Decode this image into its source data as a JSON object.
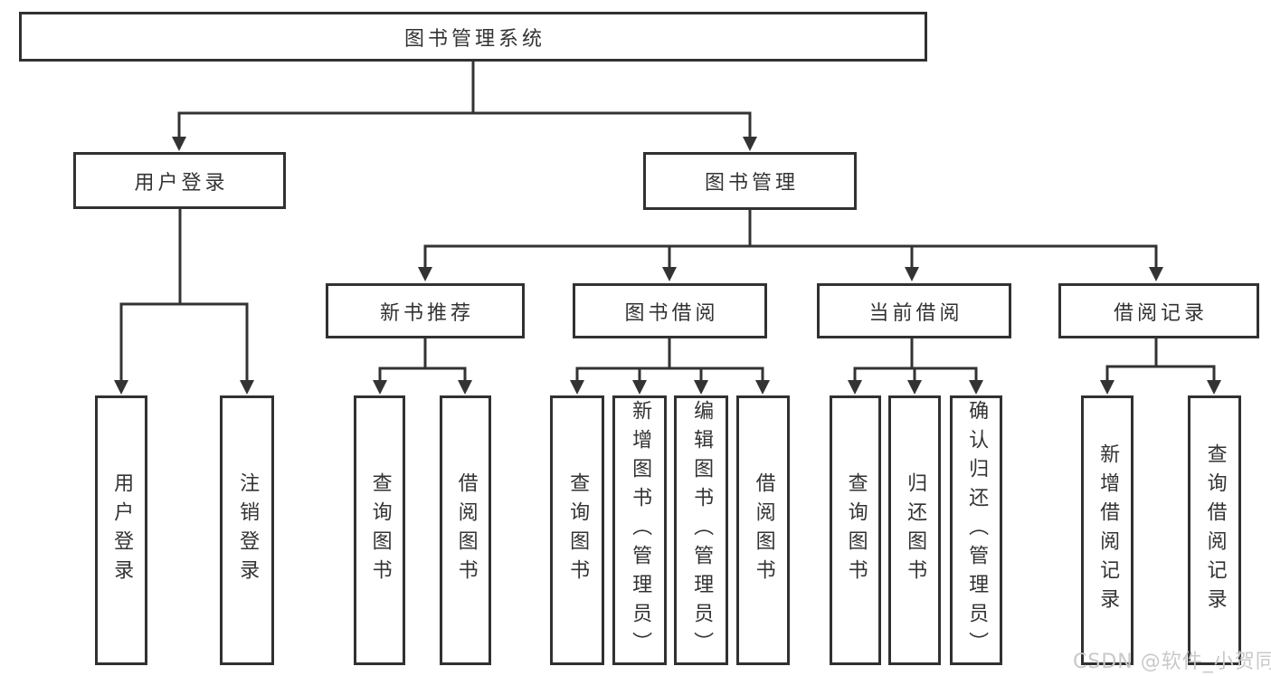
{
  "tree": {
    "root": {
      "label": "图书管理系统",
      "children": [
        {
          "label": "用户登录",
          "children": [
            {
              "label": "用户登录"
            },
            {
              "label": "注销登录"
            }
          ]
        },
        {
          "label": "图书管理",
          "children": [
            {
              "label": "新书推荐",
              "children": [
                {
                  "label": "查询图书"
                },
                {
                  "label": "借阅图书"
                }
              ]
            },
            {
              "label": "图书借阅",
              "children": [
                {
                  "label": "查询图书"
                },
                {
                  "label": "新增图书（管理员）"
                },
                {
                  "label": "编辑图书（管理员）"
                },
                {
                  "label": "借阅图书"
                }
              ]
            },
            {
              "label": "当前借阅",
              "children": [
                {
                  "label": "查询图书"
                },
                {
                  "label": "归还图书"
                },
                {
                  "label": "确认归还（管理员）"
                }
              ]
            },
            {
              "label": "借阅记录",
              "children": [
                {
                  "label": "新增借阅记录"
                },
                {
                  "label": "查询借阅记录"
                }
              ]
            }
          ]
        }
      ]
    }
  },
  "watermark": {
    "text": "CSDN @软件_小贺同学"
  },
  "colors": {
    "border": "#313131",
    "line": "#333333",
    "text": "#333333",
    "watermark": "#c9c9c9",
    "background": "#ffffff"
  }
}
